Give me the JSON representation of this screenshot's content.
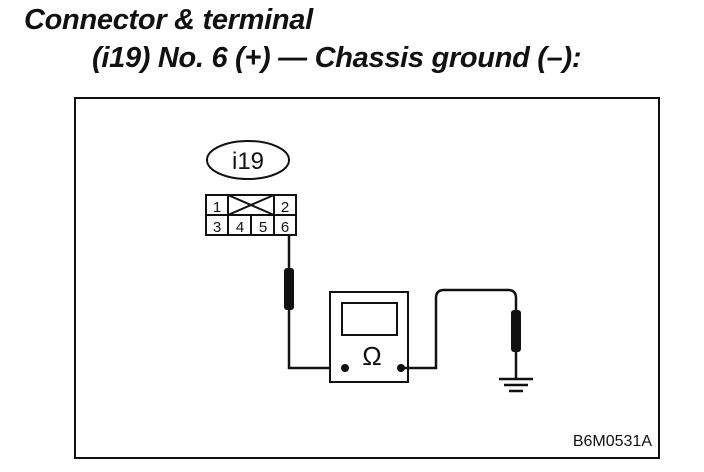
{
  "heading": {
    "line1": "Connector & terminal",
    "line2": "(i19) No. 6 (+) — Chassis ground (–):"
  },
  "diagram": {
    "connector_id": "i19",
    "pins_top": [
      "1",
      "2"
    ],
    "pins_bottom": [
      "3",
      "4",
      "5",
      "6"
    ],
    "meter_symbol": "Ω",
    "figure_code": "B6M0531A"
  },
  "colors": {
    "ink": "#111111",
    "paper": "#ffffff"
  }
}
